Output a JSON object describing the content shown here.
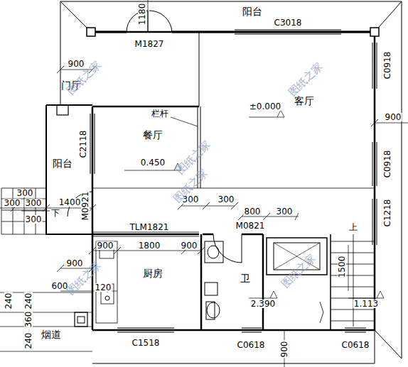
{
  "diagram": {
    "nodes": [
      {
        "text": [
          "阳台"
        ]
      },
      {
        "text": [
          "门厅"
        ]
      },
      {
        "text": [
          "客厅",
          "±0.000"
        ]
      },
      {
        "text": [
          "餐厅",
          "0.450"
        ]
      },
      {
        "text": [
          "阳台"
        ]
      },
      {
        "text": [
          "厨房"
        ]
      },
      {
        "text": [
          "卫",
          "2.390"
        ]
      },
      {
        "text": [
          "烟道"
        ]
      }
    ],
    "labels": [
      "1180",
      "C3018",
      "M1827",
      "900",
      "C0918",
      "900",
      "栏杆",
      "C2118",
      "C0918",
      "300",
      "300",
      "300",
      "1400",
      "300",
      "下",
      "M0921",
      "300",
      "300",
      "800",
      "300",
      "M0821",
      "C1218",
      "上",
      "TLM1821",
      "900",
      "1800",
      "900",
      "900",
      "600",
      "120",
      "1500",
      "1.113",
      "240",
      "240",
      "360",
      "240",
      "C1518",
      "C0618",
      "C0618",
      "900",
      "图纸之家",
      "图纸之家",
      "图纸之家",
      "图纸之家",
      "图纸之家",
      "图纸之家"
    ]
  }
}
